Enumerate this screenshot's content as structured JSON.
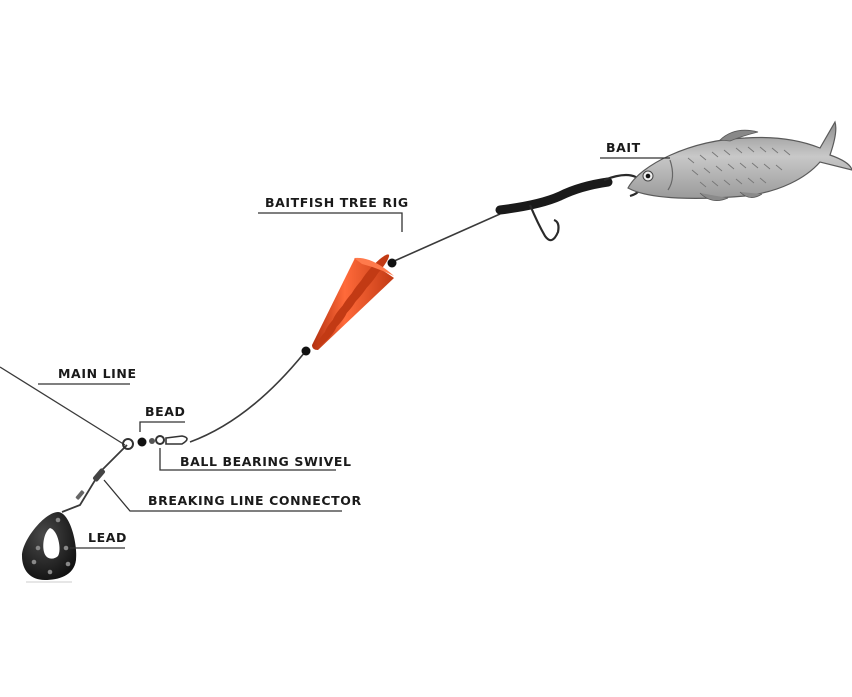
{
  "labels": {
    "bait": "BAIT",
    "rig": "BAITFISH TREE RIG",
    "main_line": "MAIN LINE",
    "bead": "BEAD",
    "swivel": "BALL BEARING SWIVEL",
    "connector": "BREAKING LINE CONNECTOR",
    "lead": "LEAD"
  },
  "colors": {
    "float": "#e8461e",
    "float_shadow": "#b3300f",
    "line": "#3a3a3a",
    "fish_body": "#a9a9a9",
    "lead": "#1f1f1f"
  }
}
